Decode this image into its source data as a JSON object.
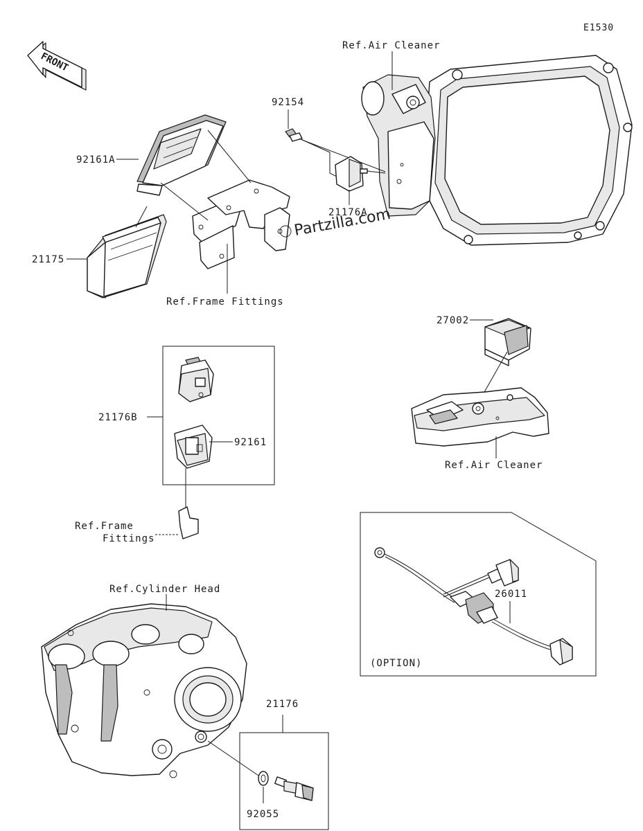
{
  "diagram_code": "E1530",
  "front_label": "FRONT",
  "watermark": "Partzilla.com",
  "labels": {
    "ref_air_cleaner_top": "Ref.Air Cleaner",
    "p92154": "92154",
    "p92161A": "92161A",
    "p21175": "21175",
    "p21176A": "21176A",
    "ref_frame_fittings_1": "Ref.Frame Fittings",
    "p27002": "27002",
    "ref_air_cleaner_mid": "Ref.Air Cleaner",
    "p21176B": "21176B",
    "p92161": "92161",
    "ref_frame_line1": "Ref.Frame",
    "ref_frame_line2": "Fittings",
    "ref_cylinder_head": "Ref.Cylinder Head",
    "p26011": "26011",
    "option": "(OPTION)",
    "p21176": "21176",
    "p92055": "92055"
  }
}
